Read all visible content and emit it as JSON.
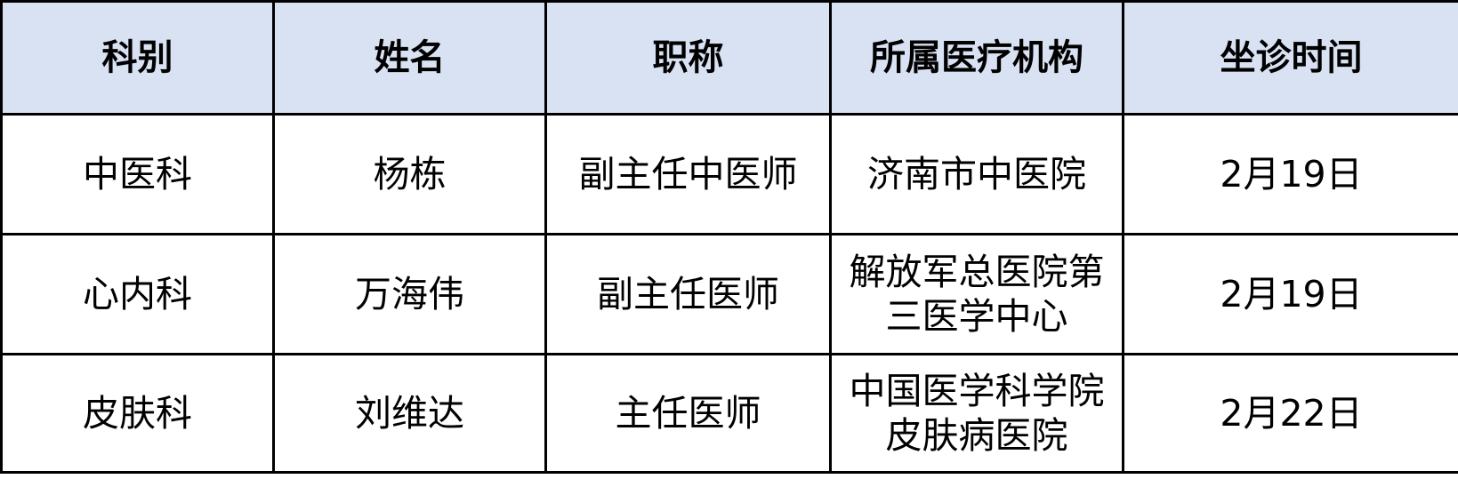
{
  "table": {
    "header_bg": "#D9E2F3",
    "border_color": "#000000",
    "columns": [
      "科别",
      "姓名",
      "职称",
      "所属医疗机构",
      "坐诊时间"
    ],
    "rows": [
      {
        "department": "中医科",
        "name": "杨栋",
        "title": "副主任中医师",
        "institution_lines": [
          "济南市中医院"
        ],
        "institution": "济南市中医院",
        "time": "2月19日"
      },
      {
        "department": "心内科",
        "name": "万海伟",
        "title": "副主任医师",
        "institution_lines": [
          "解放军总医院第",
          "三医学中心"
        ],
        "institution": "解放军总医院第三医学中心",
        "time": "2月19日"
      },
      {
        "department": "皮肤科",
        "name": "刘维达",
        "title": "主任医师",
        "institution_lines": [
          "中国医学科学院",
          "皮肤病医院"
        ],
        "institution": "中国医学科学院皮肤病医院",
        "time": "2月22日"
      }
    ]
  }
}
